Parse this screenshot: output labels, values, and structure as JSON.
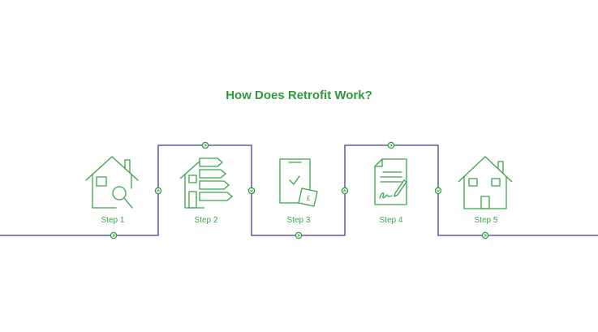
{
  "title": "How Does Retrofit Work?",
  "colors": {
    "path": "#3b3fa0",
    "accent": "#2e9a3b",
    "icon": "#3aa448"
  },
  "steps": [
    {
      "label": "Step 1",
      "icon": "house-magnifier-icon"
    },
    {
      "label": "Step 2",
      "icon": "energy-rating-house-icon"
    },
    {
      "label": "Step 3",
      "icon": "clipboard-check-icon"
    },
    {
      "label": "Step 4",
      "icon": "signed-contract-icon"
    },
    {
      "label": "Step 5",
      "icon": "house-icon"
    }
  ]
}
